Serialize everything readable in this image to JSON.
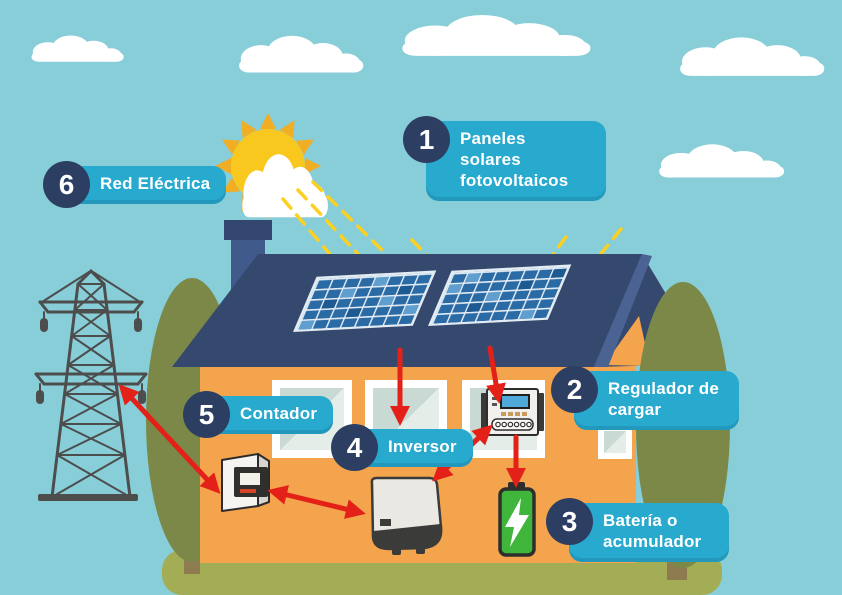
{
  "labels": [
    {
      "number": "1",
      "text": "Paneles solares fotovoltaicos"
    },
    {
      "number": "2",
      "text": "Regulador de cargar"
    },
    {
      "number": "3",
      "text": "Batería o acumulador"
    },
    {
      "number": "4",
      "text": "Inversor"
    },
    {
      "number": "5",
      "text": "Contador"
    },
    {
      "number": "6",
      "text": "Red Eléctrica"
    }
  ],
  "icons": {
    "sun": "☀",
    "cloud": "☁",
    "lightning": "⚡",
    "battery": "🔋",
    "power-tower": "⛓",
    "house": "🏠",
    "tree": "🌳"
  },
  "colors": {
    "sky": "#87ced8",
    "label_pill": "#28a9ce",
    "label_number_bg": "#2d3e63",
    "arrow": "#e32119",
    "roof": "#35496f",
    "roof_edge": "#4a6392",
    "wall": "#f4a44d",
    "sun": "#f8c81f",
    "sun_ray": "#f1ad24",
    "ray_dash": "#fdd020",
    "tree": "#7b8848",
    "trunk": "#8d7c50",
    "ground": "#a2ad55",
    "battery": "#3fb53b",
    "panel_cell": "#2a6aa5",
    "pylon": "#4d4d4d"
  }
}
